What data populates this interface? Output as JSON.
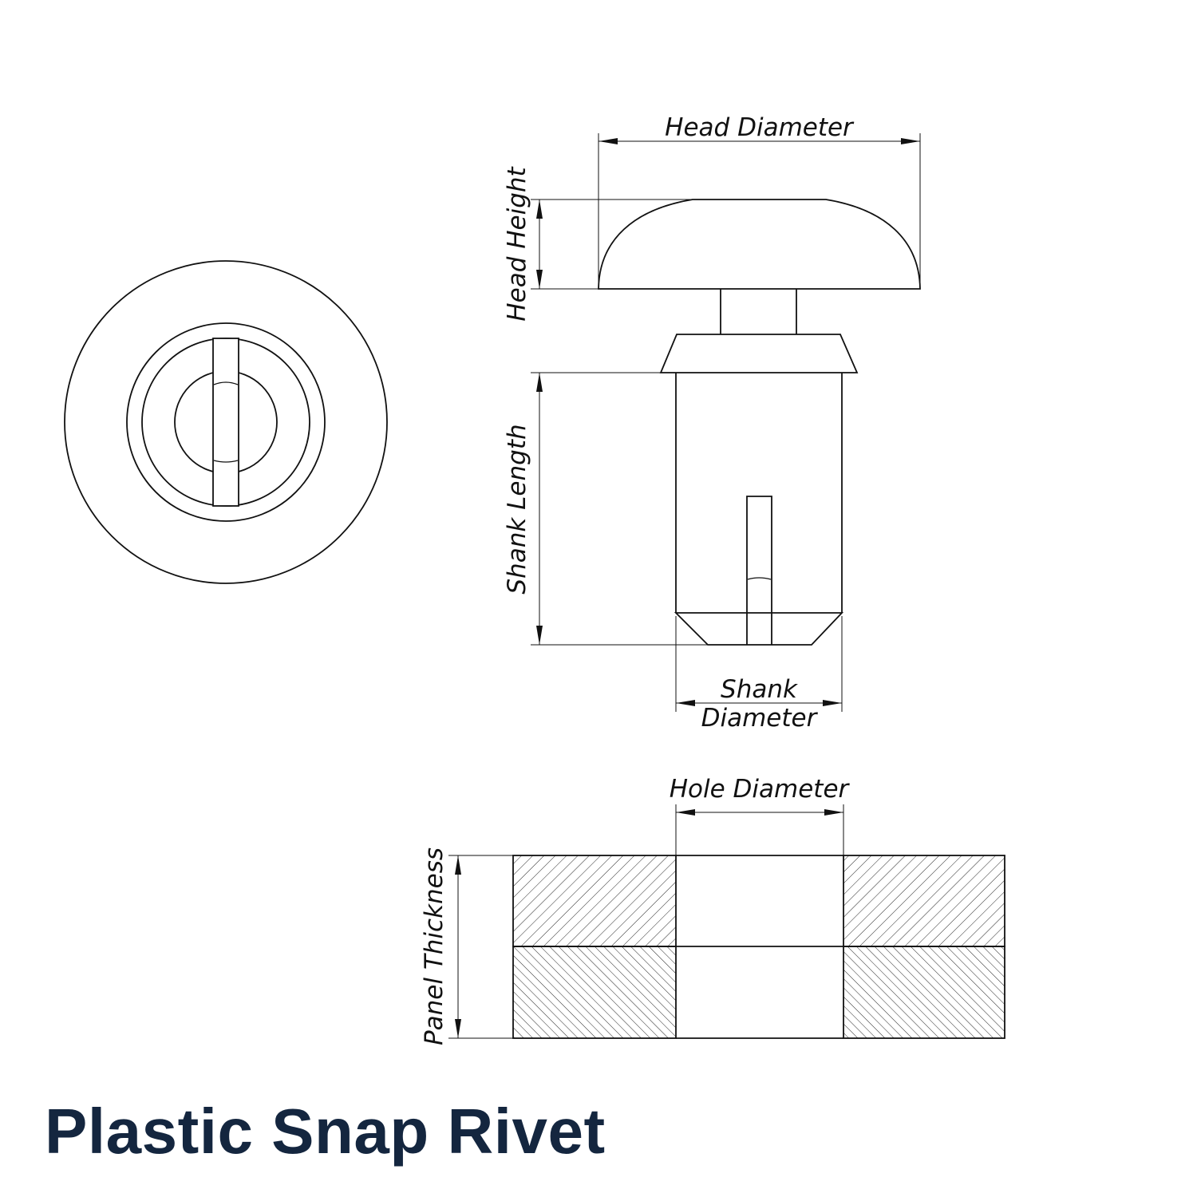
{
  "title": "Plastic Snap Rivet",
  "colors": {
    "title": "#14263f",
    "line": "#111111",
    "background": "#ffffff"
  },
  "labels": {
    "head_diameter": "Head Diameter",
    "head_height": "Head Height",
    "shank_length": "Shank Length",
    "shank_diameter_line1": "Shank",
    "shank_diameter_line2": "Diameter",
    "hole_diameter": "Hole Diameter",
    "panel_thickness": "Panel Thickness"
  }
}
